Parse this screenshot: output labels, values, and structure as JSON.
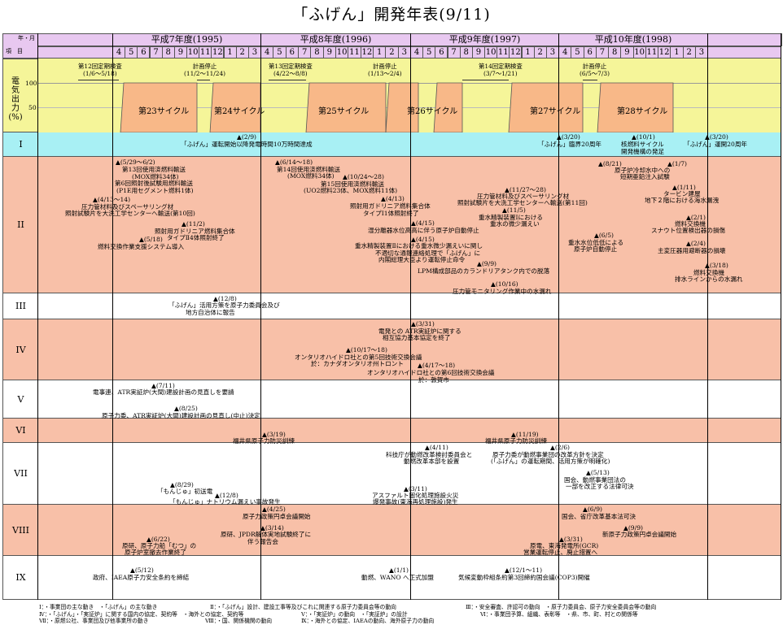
{
  "title": "「ふげん」開発年表(9/11)",
  "header": {
    "corner_top": "年・月",
    "corner_bottom": "項　目",
    "fiscal_years": [
      "平成7年度(1995)",
      "平成8年度(1996)",
      "平成9年度(1997)",
      "平成10年度(1998)"
    ],
    "months": [
      "4",
      "5",
      "6",
      "7",
      "8",
      "9",
      "10",
      "11",
      "12",
      "1",
      "2",
      "3"
    ]
  },
  "power": {
    "label": [
      "電",
      "気",
      "出",
      "力",
      "(%)"
    ],
    "tick_100": "100",
    "tick_50": "50",
    "cycles": [
      "第23サイクル",
      "第24サイクル",
      "第25サイクル",
      "第26サイクル",
      "第27サイクル",
      "第28サイクル"
    ],
    "outages": [
      {
        "label": "第12回定期検査",
        "dates": "(1/6〜5/18)"
      },
      {
        "label": "計画停止",
        "dates": "(11/2〜11/24)"
      },
      {
        "label": "第13回定期検査",
        "dates": "(4/22〜8/8)"
      },
      {
        "label": "計画停止",
        "dates": "(1/13〜2/4)"
      },
      {
        "label": "第14回定期検査",
        "dates": "(3/7〜1/21)"
      },
      {
        "label": "計画停止",
        "dates": "(6/5〜7/3)"
      }
    ]
  },
  "rows": [
    "I",
    "II",
    "III",
    "IV",
    "V",
    "VI",
    "VII",
    "VIII",
    "IX"
  ],
  "events": {
    "r1": [
      "▲(2/9)",
      "「ふげん」運転開始以降発電時間10万時間達成",
      "▲(3/20)",
      "「ふげん」臨界20周年",
      "▲(10/1)",
      "核燃料サイクル",
      "開発機構の発足",
      "▲(3/20)",
      "「ふげん」運開20周年"
    ],
    "r2": [
      "▲(5/29〜6/2)",
      "第13回使用済燃料輸送",
      "(MOX燃料34体)",
      "第6回照射後試験用燃料輸送",
      "(P1E用セグメント燃料1体)",
      "▲(4/13〜14)",
      "圧力管材料及びスペーサリング材",
      "照射試験片を大洗工学センターへ輸送(第10回)",
      "▲(11/2)",
      "照射用ガドリニア燃料集合体",
      "タイプⅡ4体照射終了",
      "▲(5/18)",
      "燃料交換作業支援システム導入",
      "▲(6/14〜18)",
      "第14回使用済燃料輸送",
      "(MOX燃料34体)",
      "▲(10/24〜28)",
      "第15回使用済燃料輸送",
      "(UO2燃料23体、MOX燃料11体)",
      "▲(4/13)",
      "照射用ガドリニア燃料集合体",
      "タイプⅠ1体照射終了",
      "▲(4/15)",
      "湿分離器水位高高に伴う原子炉自動停止",
      "▲(4/15)",
      "重水精製装置Ⅱにおける重水微少漏えいに関し",
      "不適切な通報連絡処理で「ふげん」に",
      "内閣総理大臣より運転停止命令",
      "▲(9/9)",
      "LPM構成部品のカランドリアタンク内での脱落",
      "▲(10/16)",
      "圧力管モニタリング作業中の水漏れ",
      "▲(11/27〜28)",
      "圧力管材料及びスペーサリング材",
      "照射試験片を大洗工学センターへ輸送(第11回)",
      "▲(11/5)",
      "重水精製装置Ⅰにおける",
      "重水の微少漏えい",
      "▲(6/5)",
      "重水水位低低による",
      "原子炉自動停止",
      "▲(8/21)",
      "▲(1/7)",
      "原子炉冷却水中への",
      "短期亜鉛注入試験",
      "▲(1/11)",
      "タービン建屋",
      "地下２階における海水漏洩",
      "▲(2/1)",
      "燃料交換機",
      "スナウト位置検出器の損傷",
      "▲(2/4)",
      "主変圧器用避断器の損壊",
      "▲(3/18)",
      "燃料交換機",
      "排水ラインからの水漏れ"
    ],
    "r3": [
      "▲(12/8)",
      "「ふげん」活用方策を原子力委員会及び",
      "地方自治体に報告"
    ],
    "r4": [
      "▲(3/31)",
      "電発との ATR実証炉に関する",
      "相互協力基本協定を終了",
      "▲(10/17〜18)",
      "オンタリオハイドロ社との第5回技術交換会議",
      "於：カナダオンタリオ州トロント",
      "▲(4/17〜18)",
      "オンタリオハイドロ社との第6回技術交換会議",
      "於：敦賀市"
    ],
    "r5": [
      "▲(7/11)",
      "電事連、ATR実証炉(大間)建設計画の見直しを要請",
      "▲(8/25)",
      "原子力委、ATR実証炉(大間)建設計画の見直し(中止)決定"
    ],
    "r6": [
      "▲(3/19)",
      "福井県原子力防災訓練",
      "▲(11/19)",
      "福井県原子力防災訓練"
    ],
    "r7": [
      "▲(4/11)",
      "科技庁が動燃改革検討委員会と",
      "動燃改革本部を設置",
      "▲(2/6)",
      "原子力委が動燃事業団の改革方針を決定",
      "(「ふげん」の運転期間、活用方策が明確化)",
      "▲(5/13)",
      "国会、動燃事業団法の",
      "一部を改正する法律可決",
      "▲(8/29)",
      "「もんじゅ」初送電",
      "▲(12/8)",
      "「もんじゅ」ナトリウム漏えい事故発生",
      "▲(3/11)",
      "アスファルト固化処理施設火災",
      "爆発事故(東海再処理施設)発生"
    ],
    "r8": [
      "▲(4/25)",
      "原子力政策円卓会議開始",
      "▲(3/14)",
      "原研、JPDR解体実地試験終了に",
      "伴う報告会",
      "▲(6/22)",
      "原研、原子力船「むつ」の",
      "原子炉室撤去作業終了",
      "▲(6/9)",
      "国会、省庁改革基本法可決",
      "▲(9/9)",
      "新原子力政策円卓会議開始",
      "▲(3/31)",
      "原電、東海発電所(GCR)",
      "営業運転停止、廃止措置へ"
    ],
    "r9": [
      "▲(5/12)",
      "政府、IAEA原子力安全条約を締結",
      "▲(1/1)",
      "動燃、WANO へ正式加盟",
      "▲(12/1〜11)",
      "気候変動枠組条約第3回締約国会議(COP3)開催"
    ]
  },
  "legend": [
    "Ⅰ：・事業団の主な動き　・「ふげん」の主な動き",
    "Ⅱ：・「ふげん」設計、建設工事等及びこれに関連する原子力委員会等の動向",
    "Ⅲ：・安全審査、許認可の動向　・原子力委員会、原子力安全委員会等の動向",
    "Ⅳ：・「ふげん」・「実証炉」に関する国内の協定、契約等　・海外との協定、契約等",
    "Ⅴ：・「実証炉」の動向　・「実証炉」の設計",
    "Ⅵ：・事業団予算、組織、表彰等　・県、市、町、村との関係等",
    "Ⅶ：・原燃公社、事業団及び他事業所の動き",
    "Ⅷ：・国、関係機関の動向",
    "Ⅸ：・海外との協定、IAEAの動向、海外原子力の動向"
  ]
}
